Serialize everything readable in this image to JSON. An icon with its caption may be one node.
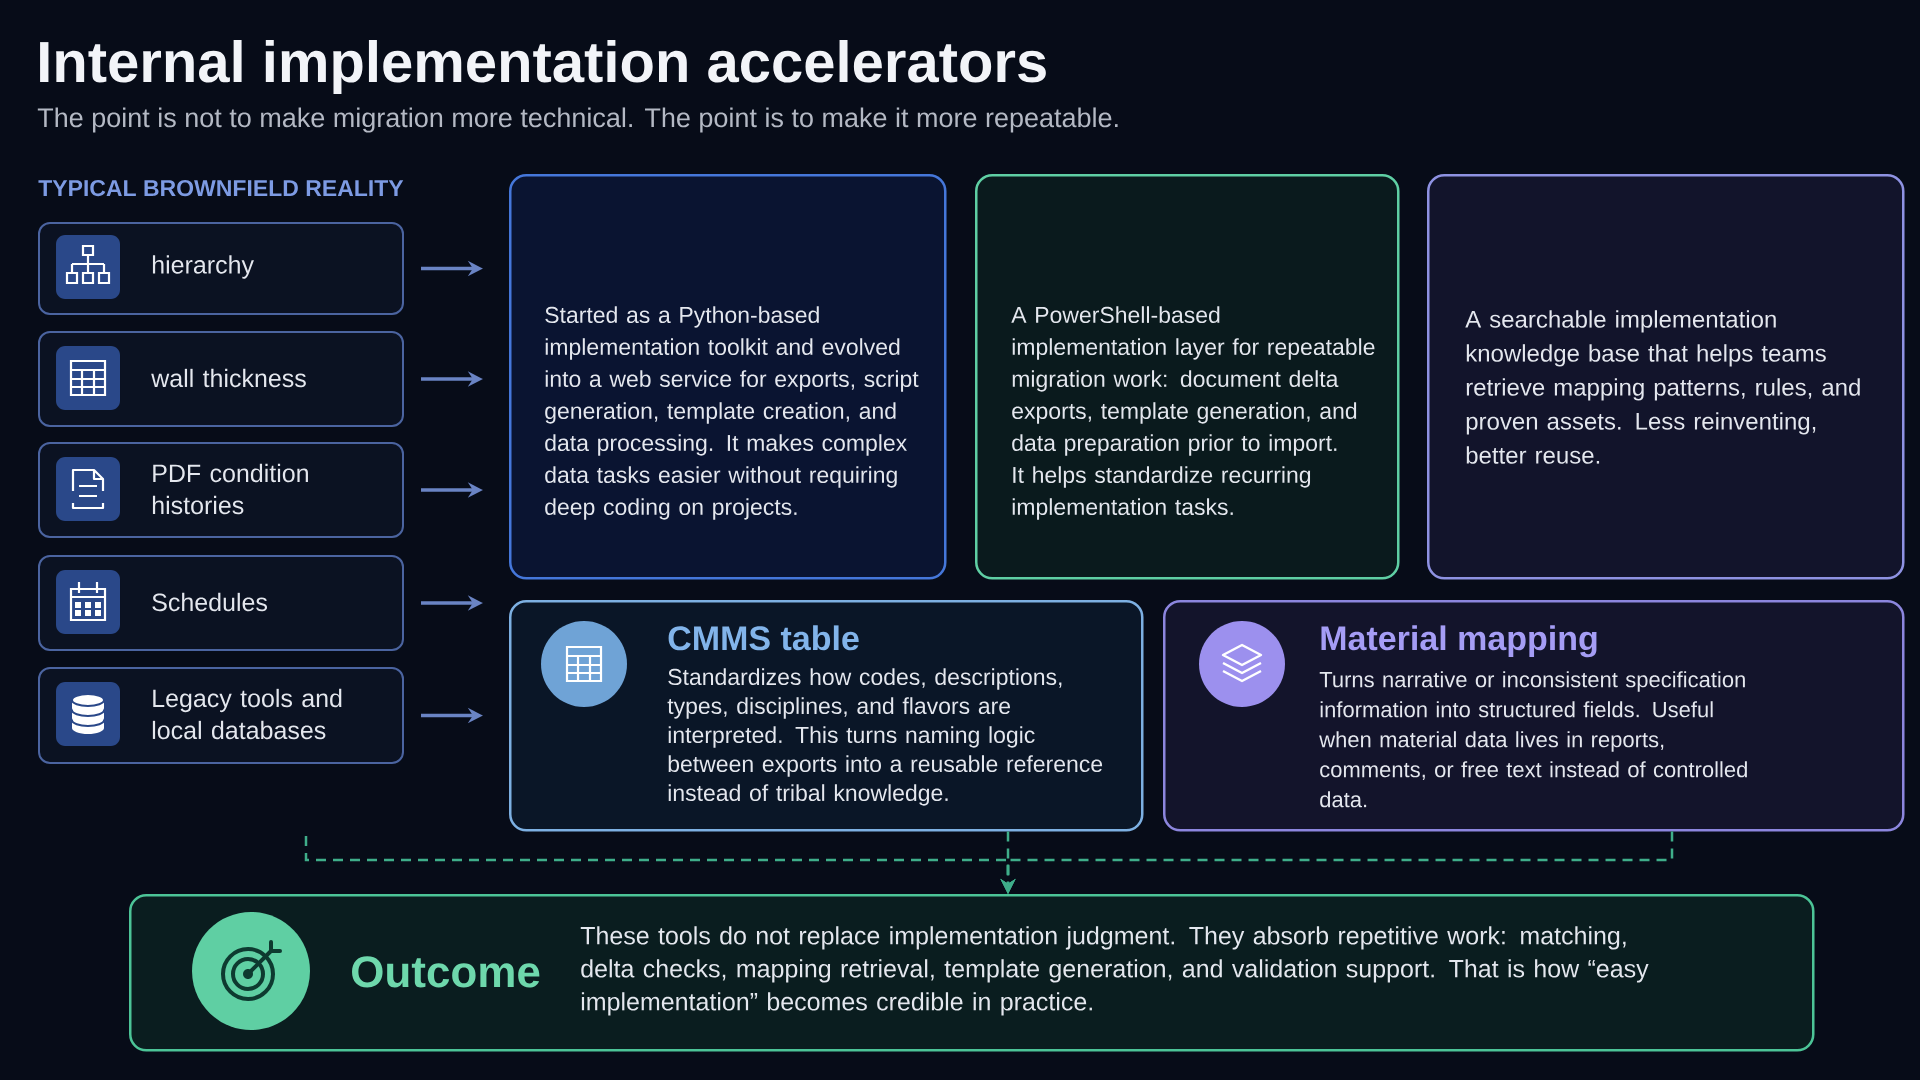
{
  "diagram": {
    "title": "Internal implementation accelerators",
    "nodes": [
      {
        "text": [
          "hierarchy"
        ]
      },
      {
        "text": [
          "wall thickness"
        ]
      },
      {
        "text": [
          "PDF condition histories"
        ]
      },
      {
        "text": [
          "Schedules"
        ]
      },
      {
        "text": [
          "Legacy tools and local databases"
        ]
      },
      {
        "text": [
          "Started as a Python-based implementation toolkit and evolved into a web service for exports, script generation, template creation, and data processing. It makes complex data tasks easier without requiring deep coding on projects."
        ]
      },
      {
        "text": [
          "A PowerShell-based implementation layer for repeatable migration work: document delta exports, template generation, and data preparation prior to import. It helps standardize recurring implementation tasks."
        ]
      },
      {
        "text": [
          "A searchable implementation knowledge base that helps teams retrieve mapping patterns, rules, and proven assets. Less reinventing, better reuse."
        ]
      },
      {
        "text": [
          "CMMS table",
          "Standardizes how codes, descriptions, types, disciplines, and flavors are interpreted. This turns naming logic between exports into a reusable reference instead of tribal knowledge."
        ]
      },
      {
        "text": [
          "Material mapping",
          "Turns narrative or inconsistent specification information into structured fields. Useful when material data lives in reports, comments, or free text instead of controlled data."
        ]
      },
      {
        "text": [
          "Outcome",
          "These tools do not replace implementation judgment. They absorb repetitive work: matching, delta checks, mapping retrieval, template generation, and validation support. That is how “easy implementation” becomes credible in practice."
        ]
      }
    ],
    "edges": [
      {
        "from": 0,
        "to": null,
        "arrow": "to"
      },
      {
        "from": 1,
        "to": null,
        "arrow": "to"
      },
      {
        "from": 2,
        "to": null,
        "arrow": "to"
      },
      {
        "from": 3,
        "to": null,
        "arrow": "to"
      },
      {
        "from": 4,
        "to": null,
        "arrow": "to"
      },
      {
        "from": null,
        "to": 10,
        "arrow": "to",
        "style": "dashed",
        "color": "#3fae8a"
      },
      {
        "from": 8,
        "to": 10,
        "arrow": "to",
        "style": "dashed",
        "color": "#3fae8a"
      },
      {
        "from": 9,
        "to": 10,
        "arrow": "to",
        "style": "dashed",
        "color": "#3fae8a"
      }
    ],
    "labels": [
      "The point is not to make migration more technical. The point is to make it more repeatable.",
      "TYPICAL BROWNFIELD REALITY"
    ]
  }
}
